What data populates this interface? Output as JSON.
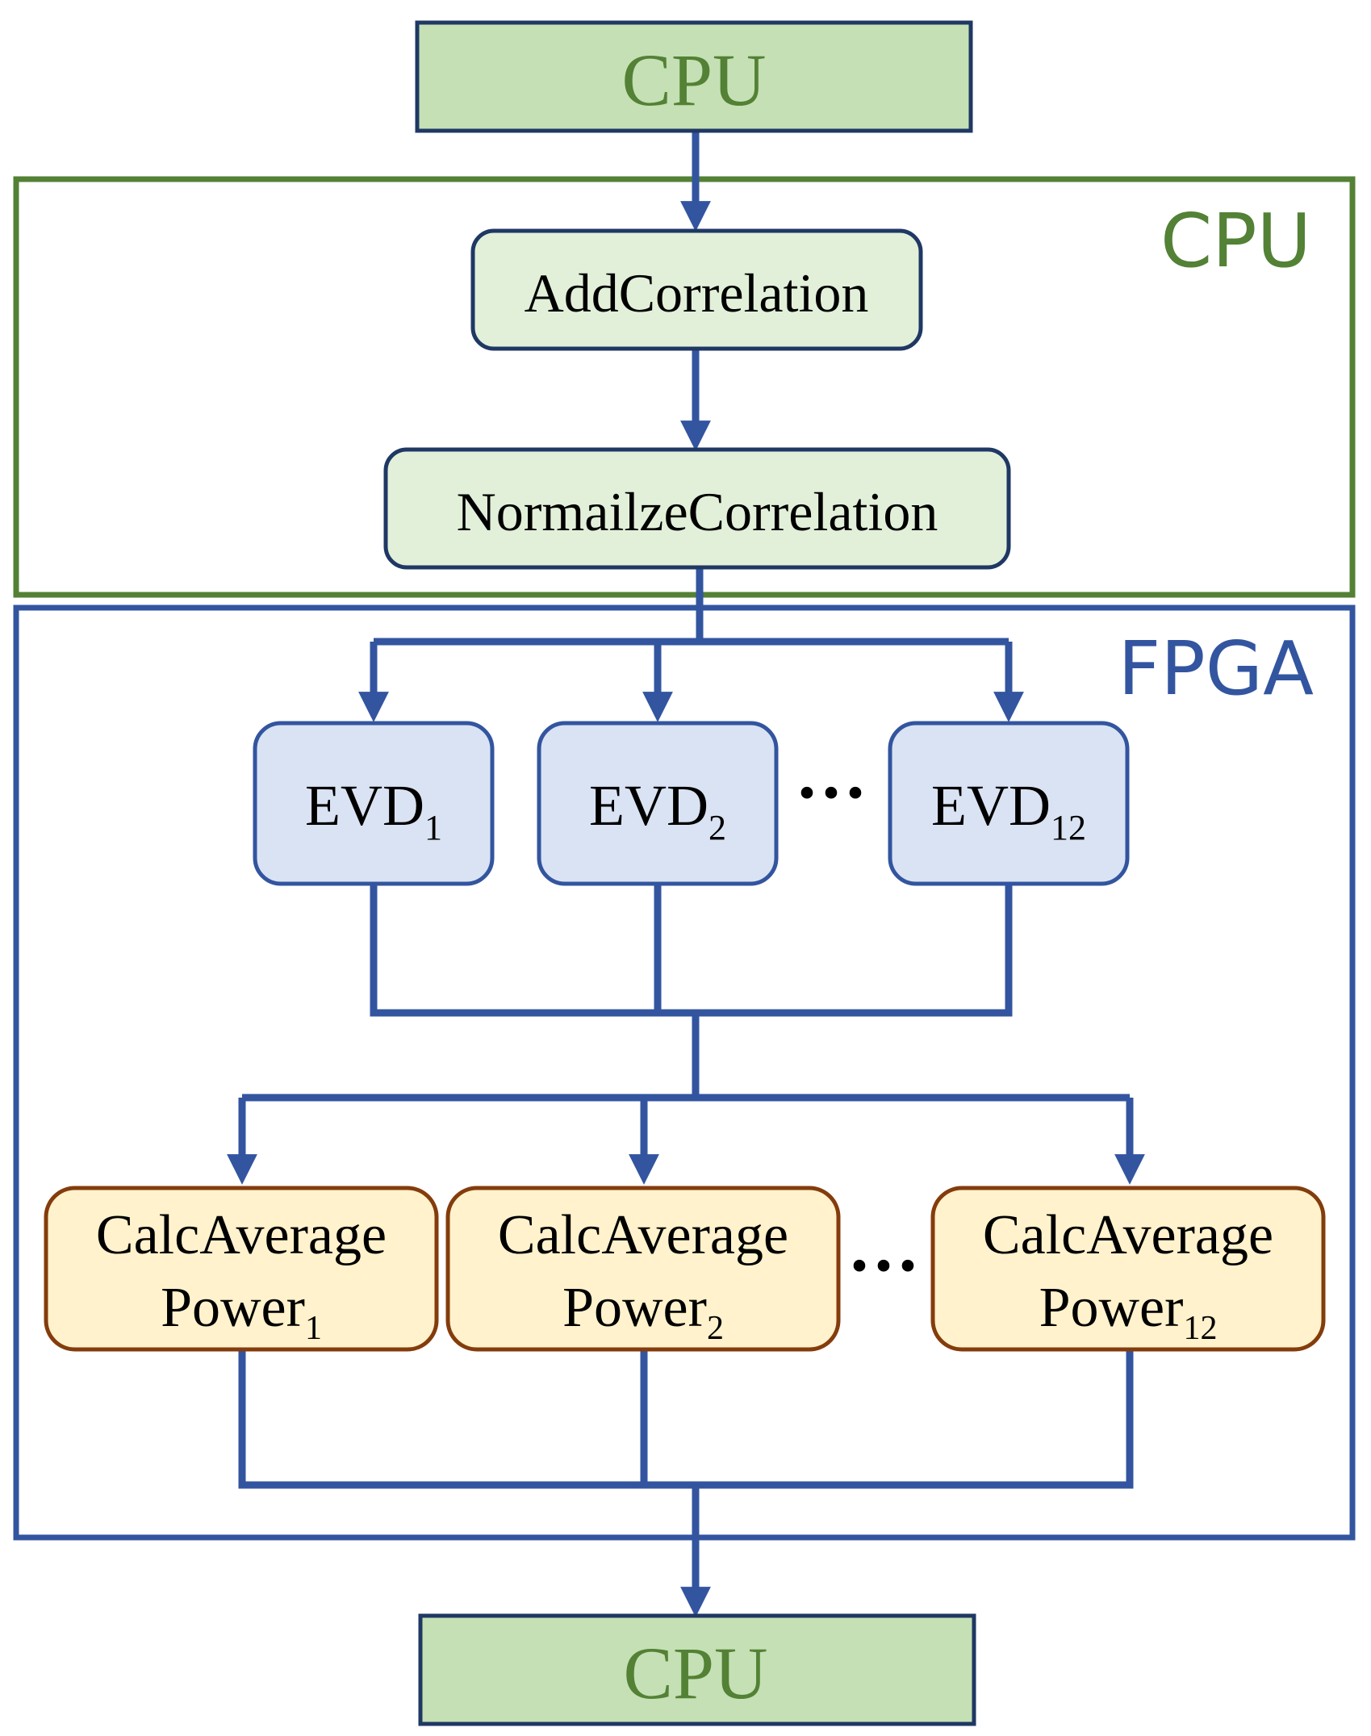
{
  "colors": {
    "blue": "#3355a0",
    "green_border": "#538135",
    "green_text": "#538135",
    "cpu_fill": "#c5e0b4",
    "cpu_border": "#1f3864",
    "green_box_fill": "#e2f0d9",
    "blue_box_fill": "#dae3f3",
    "orange_box_fill": "#fff2cc",
    "orange_border": "#843c0c"
  },
  "top_cpu": {
    "label": "CPU"
  },
  "bottom_cpu": {
    "label": "CPU"
  },
  "cpu_group": {
    "label": "CPU",
    "add": "AddCorrelation",
    "normalize": "NormailzeCorrelation"
  },
  "fpga_group": {
    "label": "FPGA",
    "evd": [
      {
        "name": "EVD",
        "sub": "1"
      },
      {
        "name": "EVD",
        "sub": "2"
      },
      {
        "name": "EVD",
        "sub": "12"
      }
    ],
    "calc": [
      {
        "line1": "CalcAverage",
        "line2": "Power",
        "sub": "1"
      },
      {
        "line1": "CalcAverage",
        "line2": "Power",
        "sub": "2"
      },
      {
        "line1": "CalcAverage",
        "line2": "Power",
        "sub": "12"
      }
    ],
    "ellipsis": "···"
  }
}
